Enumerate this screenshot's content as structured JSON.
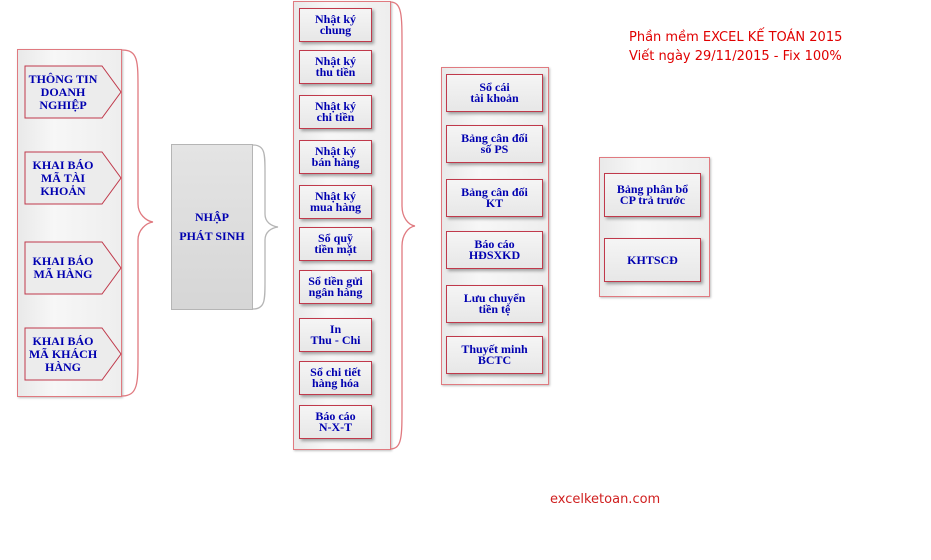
{
  "header": {
    "title": "Phần mềm EXCEL KẾ TOÁN 2015",
    "subtitle": "Viết ngày 29/11/2015 - Fix 100%"
  },
  "setup": {
    "items": [
      {
        "label": "THÔNG TIN\nDOANH\nNGHIỆP"
      },
      {
        "label": "KHAI BÁO\nMÃ TÀI\nKHOẢN"
      },
      {
        "label": "KHAI BÁO\nMÃ HÀNG"
      },
      {
        "label": "KHAI BÁO\nMÃ KHÁCH\nHÀNG"
      }
    ]
  },
  "entry": {
    "label": "NHẬP\nPHÁT SINH"
  },
  "journals": {
    "items": [
      {
        "label": "Nhật ký\nchung"
      },
      {
        "label": "Nhật ký\nthu tiền"
      },
      {
        "label": "Nhật ký\nchi tiền"
      },
      {
        "label": "Nhật ký\nbán hàng"
      },
      {
        "label": "Nhật ký\nmua hàng"
      },
      {
        "label": "Sổ quỹ\ntiền mặt"
      },
      {
        "label": "Sổ tiền gửi\nngân hàng"
      },
      {
        "label": "In\nThu - Chi"
      },
      {
        "label": "Sổ chi tiết\nhàng hóa"
      },
      {
        "label": "Báo cáo\nN-X-T"
      }
    ]
  },
  "reports": {
    "items": [
      {
        "label": "Sổ cái\ntài khoản"
      },
      {
        "label": "Bảng cân đối\nsố PS"
      },
      {
        "label": "Bảng cân đối\nKT"
      },
      {
        "label": "Báo cáo\nHĐSXKD"
      },
      {
        "label": "Lưu chuyển\ntiền tệ"
      },
      {
        "label": "Thuyết minh\nBCTC"
      }
    ]
  },
  "extras": {
    "items": [
      {
        "label": "Bảng phân bổ\nCP trả trước"
      },
      {
        "label": "KHTSCĐ"
      }
    ]
  },
  "footer": {
    "website": "excelketoan.com"
  },
  "colors": {
    "button_text": "#0000b0",
    "button_border": "#c0394b",
    "panel_border": "#e07a80",
    "note_text": "#e00000"
  }
}
